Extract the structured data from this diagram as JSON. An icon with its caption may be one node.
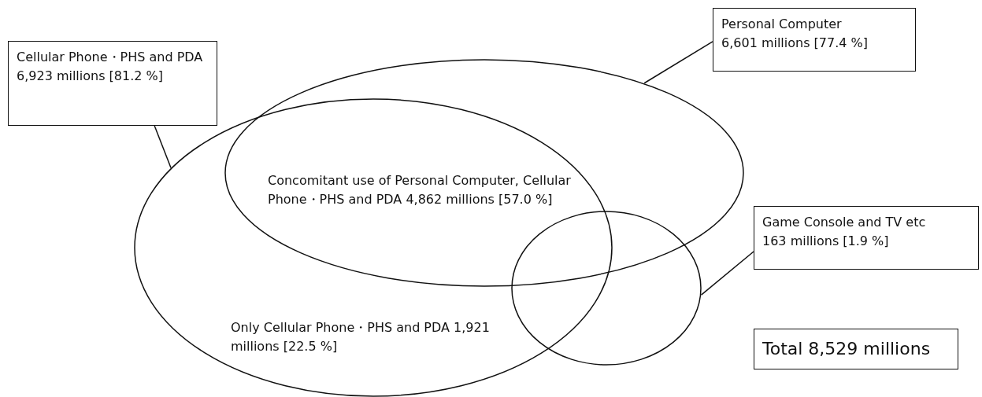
{
  "diagram": {
    "nodes": [
      {
        "text": [
          "Cellular Phone・PHS and PDA",
          "6,923 millions [81.2 %]"
        ]
      },
      {
        "text": [
          "Personal Computer",
          "6,601 millions [77.4 %]"
        ]
      },
      {
        "text": [],
        "shape": "ellipse"
      },
      {
        "text": [],
        "shape": "ellipse"
      },
      {
        "text": [
          "Game Console and TV etc",
          "163 millions [1.9 %]"
        ]
      },
      {
        "text": [],
        "shape": "ellipse"
      },
      {
        "text": [
          "Total 8,529 millions"
        ]
      }
    ],
    "edges": [
      {
        "from": 0,
        "to": 3,
        "arrow": "none"
      },
      {
        "from": 1,
        "to": 2,
        "arrow": "none"
      },
      {
        "from": 4,
        "to": 5,
        "arrow": "none"
      }
    ],
    "labels": [
      "Concomitant use of Personal Computer, Cellular Phone・PHS and PDA 4,862 millions [57.0 %]",
      "Only Cellular Phone・PHS and PDA 1,921 millions [22.5 %]"
    ]
  }
}
